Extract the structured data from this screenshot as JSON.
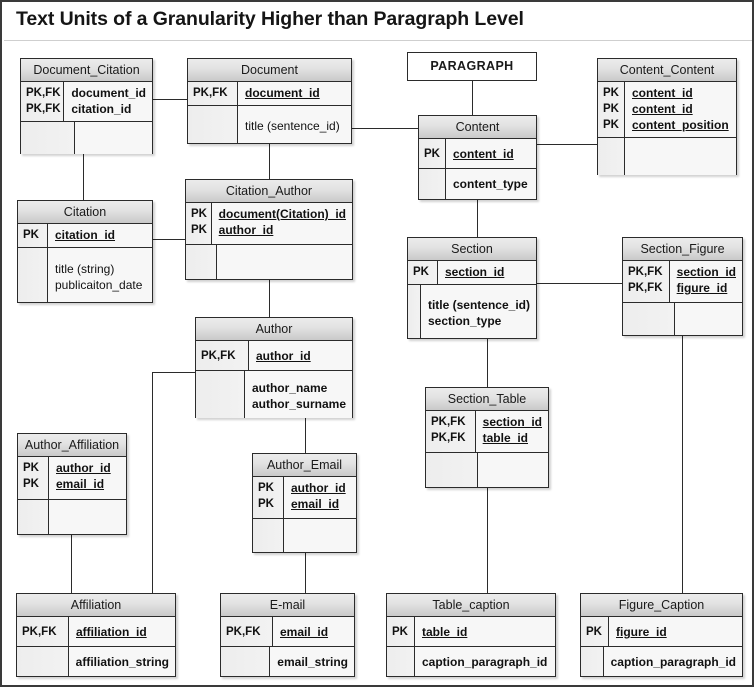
{
  "title": "Text Units of a Granularity Higher than Paragraph Level",
  "diagram": {
    "type": "entity-relationship-diagram",
    "entities": [
      {
        "id": "document_citation",
        "name": "Document_Citation",
        "key_rows": [
          "PK,FK",
          "PK,FK"
        ],
        "attr_rows": [
          "document_id",
          "citation_id"
        ],
        "extra_rows": []
      },
      {
        "id": "document",
        "name": "Document",
        "key_rows": [
          "PK,FK"
        ],
        "attr_rows": [
          "document_id"
        ],
        "extra_rows": [
          "title (sentence_id)"
        ]
      },
      {
        "id": "paragraph",
        "name": "PARAGRAPH",
        "key_rows": [],
        "attr_rows": [],
        "extra_rows": []
      },
      {
        "id": "content_content",
        "name": "Content_Content",
        "key_rows": [
          "PK",
          "PK",
          "PK"
        ],
        "attr_rows": [
          "content_id",
          "content_id",
          "content_position"
        ],
        "extra_rows": []
      },
      {
        "id": "content",
        "name": "Content",
        "key_rows": [
          "PK"
        ],
        "attr_rows": [
          "content_id"
        ],
        "extra_rows": [
          "content_type"
        ]
      },
      {
        "id": "citation",
        "name": "Citation",
        "key_rows": [
          "PK"
        ],
        "attr_rows": [
          "citation_id"
        ],
        "extra_rows": [
          "title (string)",
          "publicaiton_date"
        ]
      },
      {
        "id": "citation_author",
        "name": "Citation_Author",
        "key_rows": [
          "PK",
          "PK"
        ],
        "attr_rows": [
          "document(Citation)_id",
          "author_id"
        ],
        "extra_rows": []
      },
      {
        "id": "section",
        "name": "Section",
        "key_rows": [
          "PK"
        ],
        "attr_rows": [
          "section_id"
        ],
        "extra_rows": [
          "title (sentence_id)",
          "section_type"
        ]
      },
      {
        "id": "section_figure",
        "name": "Section_Figure",
        "key_rows": [
          "PK,FK",
          "PK,FK"
        ],
        "attr_rows": [
          "section_id",
          "figure_id"
        ],
        "extra_rows": []
      },
      {
        "id": "author",
        "name": "Author",
        "key_rows": [
          "PK,FK"
        ],
        "attr_rows": [
          "author_id"
        ],
        "extra_rows": [
          "author_name",
          "author_surname"
        ]
      },
      {
        "id": "section_table",
        "name": "Section_Table",
        "key_rows": [
          "PK,FK",
          "PK,FK"
        ],
        "attr_rows": [
          "section_id",
          "table_id"
        ],
        "extra_rows": []
      },
      {
        "id": "author_affiliation",
        "name": "Author_Affiliation",
        "key_rows": [
          "PK",
          "PK"
        ],
        "attr_rows": [
          "author_id",
          "email_id"
        ],
        "extra_rows": []
      },
      {
        "id": "author_email",
        "name": "Author_Email",
        "key_rows": [
          "PK",
          "PK"
        ],
        "attr_rows": [
          "author_id",
          "email_id"
        ],
        "extra_rows": []
      },
      {
        "id": "affiliation",
        "name": "Affiliation",
        "key_rows": [
          "PK,FK"
        ],
        "attr_rows": [
          "affiliation_id"
        ],
        "extra_rows": [
          "affiliation_string"
        ]
      },
      {
        "id": "email",
        "name": "E-mail",
        "key_rows": [
          "PK,FK"
        ],
        "attr_rows": [
          "email_id"
        ],
        "extra_rows": [
          "email_string"
        ]
      },
      {
        "id": "table_caption",
        "name": "Table_caption",
        "key_rows": [
          "PK"
        ],
        "attr_rows": [
          "table_id"
        ],
        "extra_rows": [
          "caption_paragraph_id"
        ]
      },
      {
        "id": "figure_caption",
        "name": "Figure_Caption",
        "key_rows": [
          "PK"
        ],
        "attr_rows": [
          "figure_id"
        ],
        "extra_rows": [
          "caption_paragraph_id"
        ]
      }
    ],
    "relationships": [
      {
        "from": "document_citation",
        "to": "document"
      },
      {
        "from": "document_citation",
        "to": "citation"
      },
      {
        "from": "document",
        "to": "content"
      },
      {
        "from": "document",
        "to": "citation_author"
      },
      {
        "from": "paragraph",
        "to": "content"
      },
      {
        "from": "content",
        "to": "content_content"
      },
      {
        "from": "content",
        "to": "section"
      },
      {
        "from": "citation",
        "to": "citation_author"
      },
      {
        "from": "citation_author",
        "to": "author"
      },
      {
        "from": "section",
        "to": "section_figure"
      },
      {
        "from": "section",
        "to": "section_table"
      },
      {
        "from": "section_figure",
        "to": "figure_caption"
      },
      {
        "from": "section_table",
        "to": "table_caption"
      },
      {
        "from": "author",
        "to": "author_email"
      },
      {
        "from": "author",
        "to": "affiliation"
      },
      {
        "from": "author_affiliation",
        "to": "affiliation"
      },
      {
        "from": "author_email",
        "to": "email"
      }
    ],
    "colors": {
      "border": "#2b2b2b",
      "header_top": "#ececec",
      "header_bottom": "#c9c9c9",
      "body": "#f7f7f7",
      "frame": "#3a3a3a",
      "text": "#111111"
    }
  }
}
